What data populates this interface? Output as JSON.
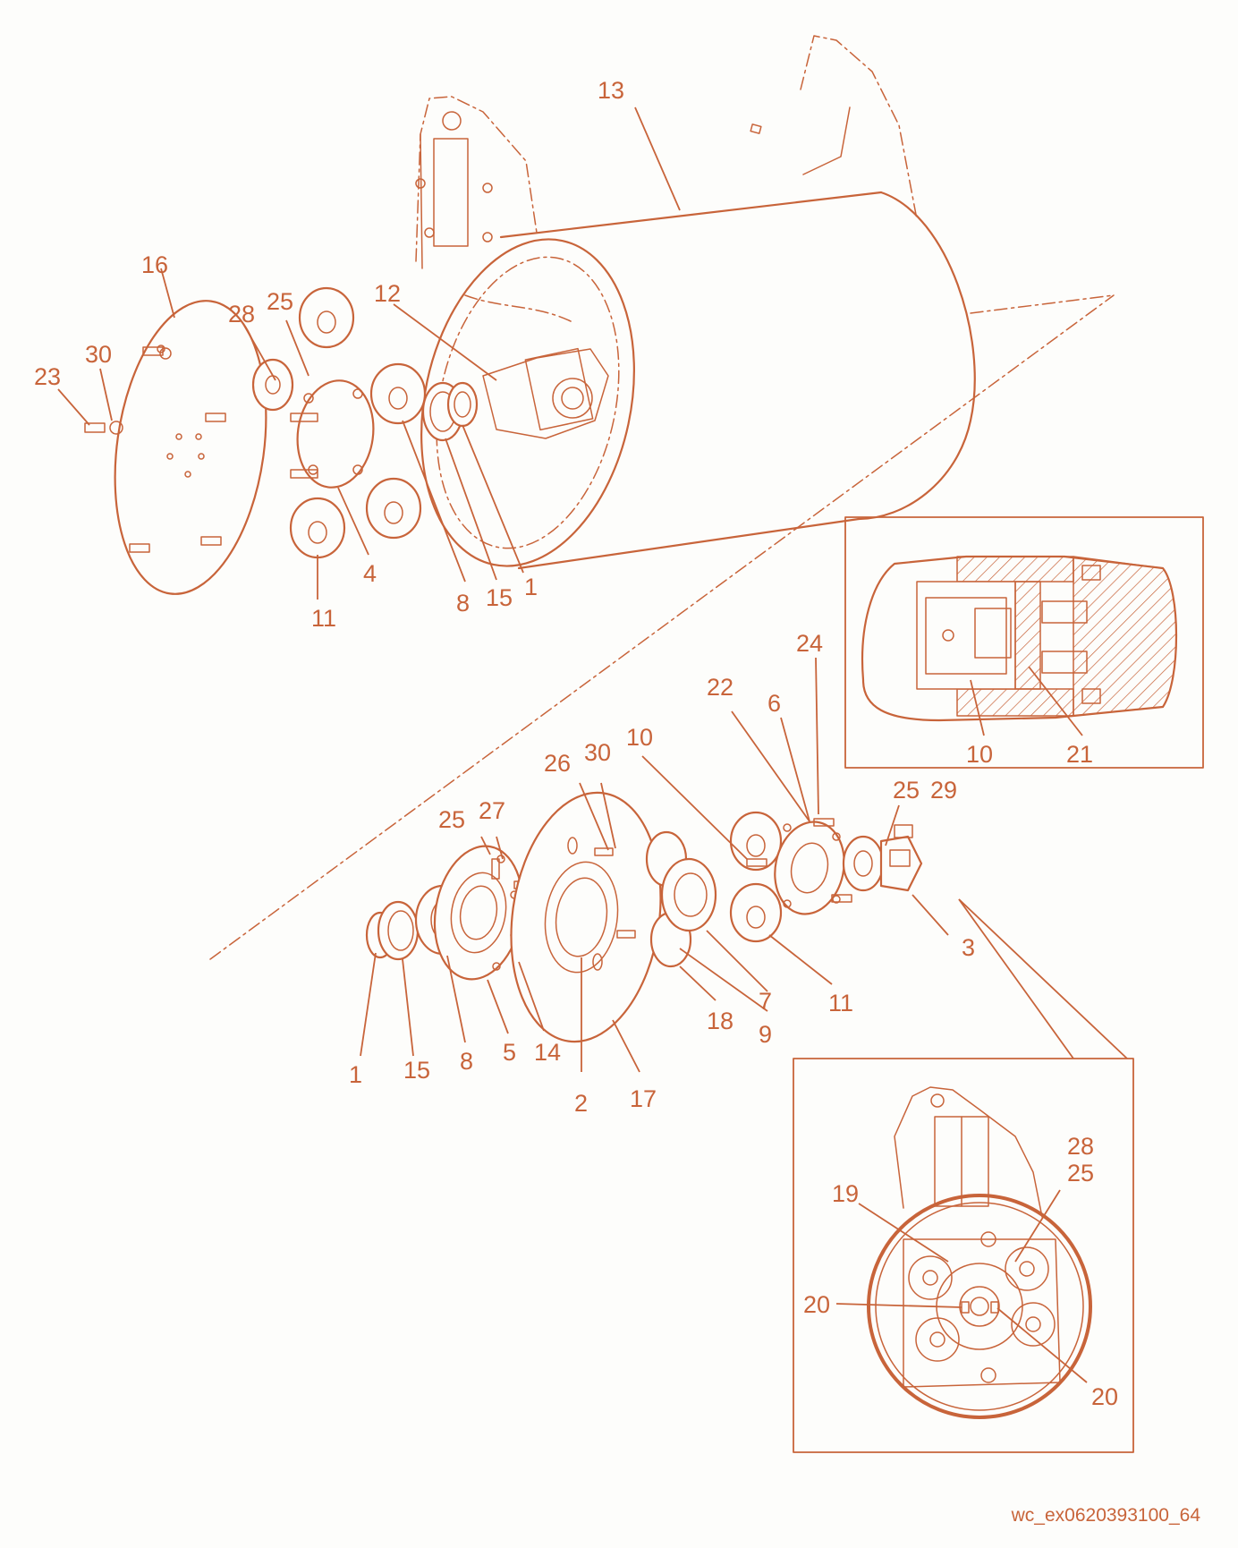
{
  "colors": {
    "line": "#c8643a",
    "background": "#fdfdfb"
  },
  "callouts": {
    "c13": "13",
    "c16": "16",
    "c28a": "28",
    "c25a": "25",
    "c12": "12",
    "c30a": "30",
    "c23": "23",
    "c11a": "11",
    "c4": "4",
    "c8a": "8",
    "c15a": "15",
    "c1a": "1",
    "c26": "26",
    "c30b": "30",
    "c10a": "10",
    "c22": "22",
    "c6": "6",
    "c24": "24",
    "c25b": "25",
    "c29": "29",
    "c25c": "25",
    "c27": "27",
    "c3": "3",
    "c11b": "11",
    "c7": "7",
    "c9": "9",
    "c18": "18",
    "c1b": "1",
    "c15b": "15",
    "c8b": "8",
    "c5": "5",
    "c14": "14",
    "c2": "2",
    "c17": "17",
    "c10b": "10",
    "c21": "21",
    "c28b": "28",
    "c25d": "25",
    "c19": "19",
    "c20a": "20",
    "c20b": "20"
  },
  "reference_code": "wc_ex0620393100_64"
}
